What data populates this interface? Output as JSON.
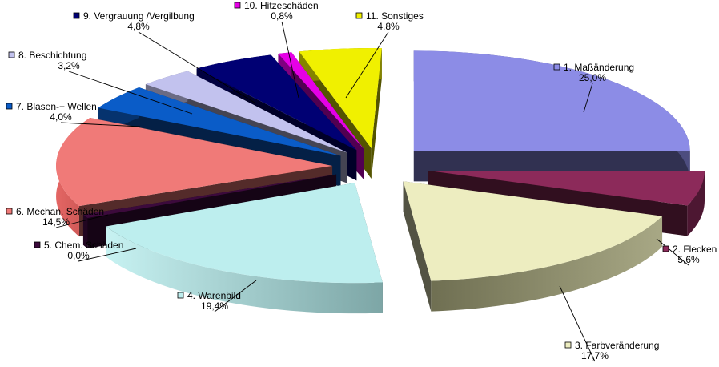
{
  "chart_data": {
    "type": "pie",
    "title": "",
    "style": "3d-exploded",
    "labels_outside_with_leader_lines": true,
    "slices": [
      {
        "name": "1. Maßänderung",
        "label": "25,0%",
        "value": 25.0,
        "color": "#8c8ce6"
      },
      {
        "name": "2. Flecken",
        "label": "5,6%",
        "value": 5.6,
        "color": "#8c2a5a"
      },
      {
        "name": "3. Farbveränderung",
        "label": "17,7%",
        "value": 17.7,
        "color": "#ededc0"
      },
      {
        "name": "4. Warenbild",
        "label": "19,4%",
        "value": 19.4,
        "color": "#bdeeee"
      },
      {
        "name": "5. Chem. Schäden",
        "label": "0,0%",
        "value": 0.0,
        "color": "#3c0a3c"
      },
      {
        "name": "6. Mechan. Schäden",
        "label": "14,5%",
        "value": 14.5,
        "color": "#f07a78"
      },
      {
        "name": "7. Blasen-+ Wellen.",
        "label": "4,0%",
        "value": 4.0,
        "color": "#0a5cc8"
      },
      {
        "name": "8. Beschichtung",
        "label": "3,2%",
        "value": 3.2,
        "color": "#c2c2ee"
      },
      {
        "name": "9. Vergrauung /Vergilbung",
        "label": "4,8%",
        "value": 4.8,
        "color": "#000073"
      },
      {
        "name": "10. Hitzeschäden",
        "label": "0,8%",
        "value": 0.8,
        "color": "#e600e6"
      },
      {
        "name": "11. Sonstiges",
        "label": "4,8%",
        "value": 4.8,
        "color": "#f0f000"
      }
    ]
  }
}
